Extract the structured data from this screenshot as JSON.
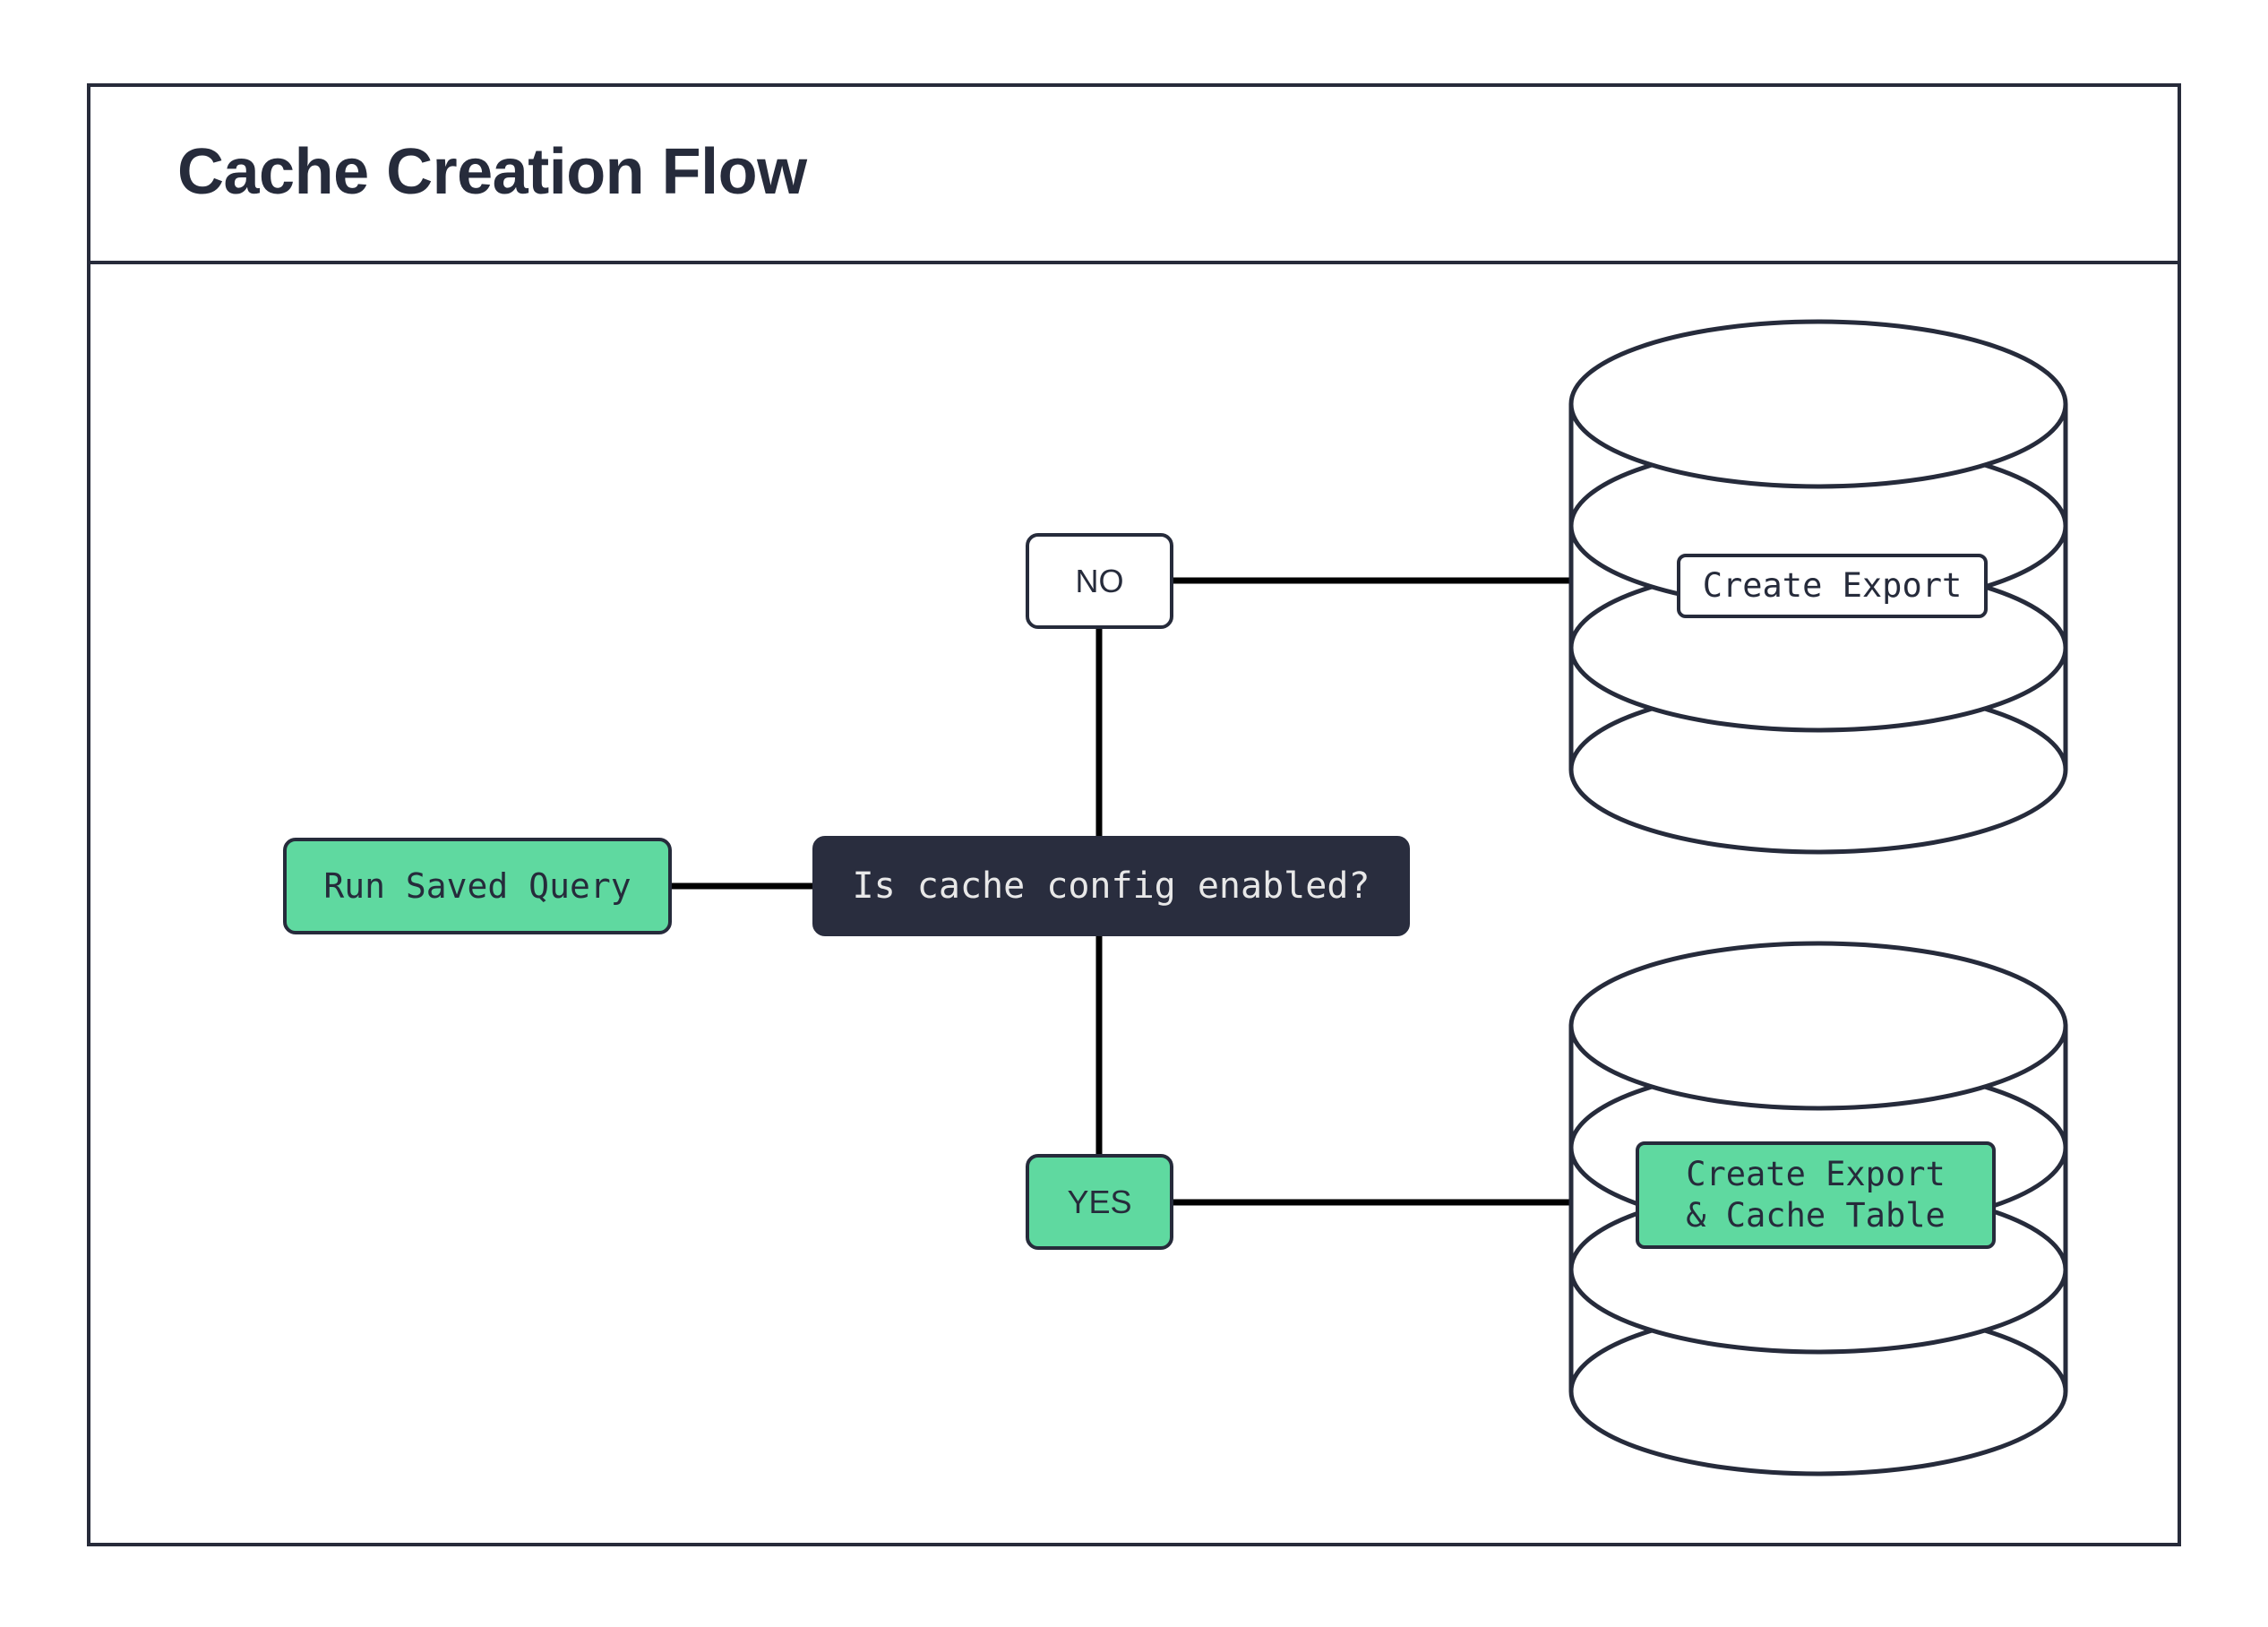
{
  "diagram": {
    "title": "Cache Creation Flow",
    "type": "flowchart",
    "colors": {
      "accent_green": "#5fd9a0",
      "dark_navy": "#262b3b",
      "decision_fill": "#292d3e",
      "decision_text": "#e8e8e8",
      "stroke": "#262b3b",
      "background": "#ffffff"
    },
    "nodes": [
      {
        "id": "run-saved-query",
        "label": "Run Saved Query",
        "shape": "rounded-rect",
        "style": "green"
      },
      {
        "id": "decision",
        "label": "Is cache config enabled?",
        "shape": "rounded-rect",
        "style": "dark"
      },
      {
        "id": "no",
        "label": "NO",
        "shape": "rounded-rect",
        "style": "white"
      },
      {
        "id": "yes",
        "label": "YES",
        "shape": "rounded-rect",
        "style": "green"
      },
      {
        "id": "db-export",
        "label": "Create Export",
        "shape": "database-cylinder",
        "style": "white"
      },
      {
        "id": "db-export-cache",
        "label": "Create Export\n& Cache Table",
        "label_line1": "Create Export",
        "label_line2": "& Cache Table",
        "shape": "database-cylinder",
        "style": "green"
      }
    ],
    "edges": [
      {
        "from": "run-saved-query",
        "to": "decision",
        "label": ""
      },
      {
        "from": "decision",
        "to": "no",
        "label": ""
      },
      {
        "from": "no",
        "to": "db-export",
        "label": ""
      },
      {
        "from": "decision",
        "to": "yes",
        "label": ""
      },
      {
        "from": "yes",
        "to": "db-export-cache",
        "label": ""
      }
    ]
  }
}
